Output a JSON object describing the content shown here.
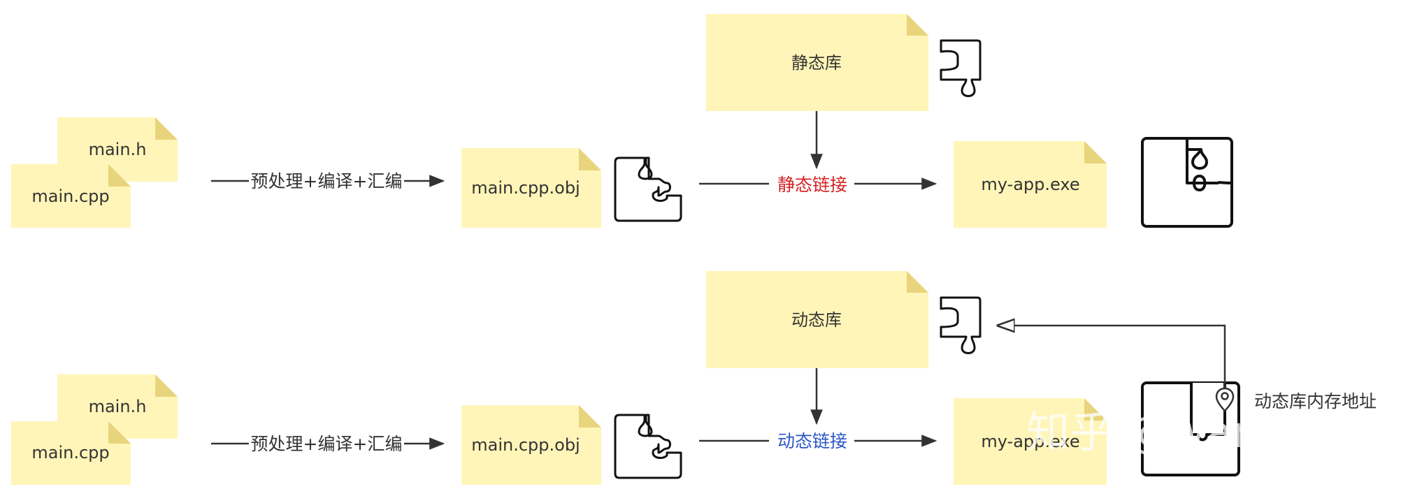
{
  "colors": {
    "note_fill": "#fff5b8",
    "note_fold": "#e8d47c",
    "static_link": "#d42424",
    "dynamic_link": "#2c56c7",
    "text": "#333333"
  },
  "icons": [
    "puzzle-piece-icon",
    "puzzle-frame-icon",
    "location-pin-icon"
  ],
  "static_row": {
    "header_h": "main.h",
    "source_cpp": "main.cpp",
    "compile_step": "预处理+编译+汇编",
    "object_file": "main.cpp.obj",
    "library": "静态库",
    "link_step": "静态链接",
    "executable": "my-app.exe"
  },
  "dynamic_row": {
    "header_h": "main.h",
    "source_cpp": "main.cpp",
    "compile_step": "预处理+编译+汇编",
    "object_file": "main.cpp.obj",
    "library": "动态库",
    "link_step": "动态链接",
    "executable": "my-app.exe",
    "memory_address": "动态库内存地址"
  },
  "watermark": "知乎 @wangzhen"
}
